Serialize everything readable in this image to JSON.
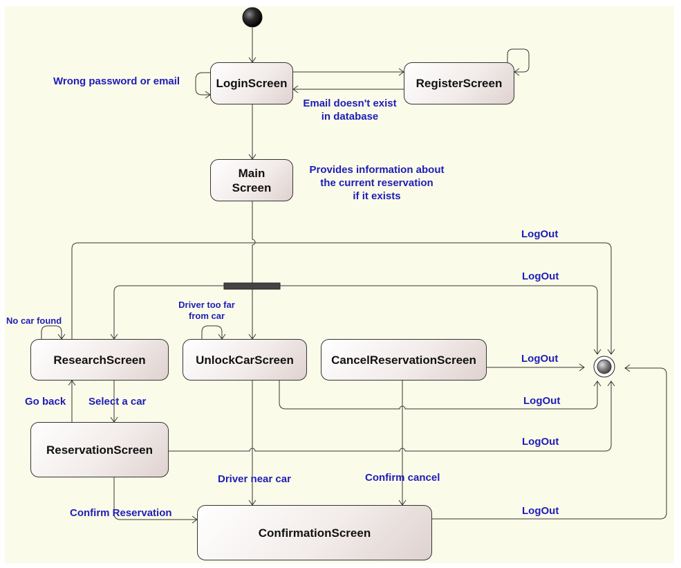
{
  "states": {
    "login": "LoginScreen",
    "register": "RegisterScreen",
    "main_line1": "Main",
    "main_line2": "Screen",
    "research": "ResearchScreen",
    "unlock": "UnlockCarScreen",
    "cancel": "CancelReservationScreen",
    "reservation": "ReservationScreen",
    "confirmation": "ConfirmationScreen"
  },
  "labels": {
    "wrong_password": "Wrong password or email",
    "email_not_exist_1": "Email doesn't exist",
    "email_not_exist_2": "in database",
    "provides_1": "Provides information about",
    "provides_2": "the current reservation",
    "provides_3": "if it exists",
    "logout": "LogOut",
    "no_car_found": "No car found",
    "driver_far_1": "Driver too far",
    "driver_far_2": "from car",
    "go_back": "Go back",
    "select_car": "Select a car",
    "driver_near": "Driver near car",
    "confirm_cancel": "Confirm cancel",
    "confirm_reservation": "Confirm Reservation"
  },
  "colors": {
    "canvas": "#fbfbe9",
    "label_text": "#1d1db8",
    "state_border": "#333333",
    "line": "#333333"
  }
}
